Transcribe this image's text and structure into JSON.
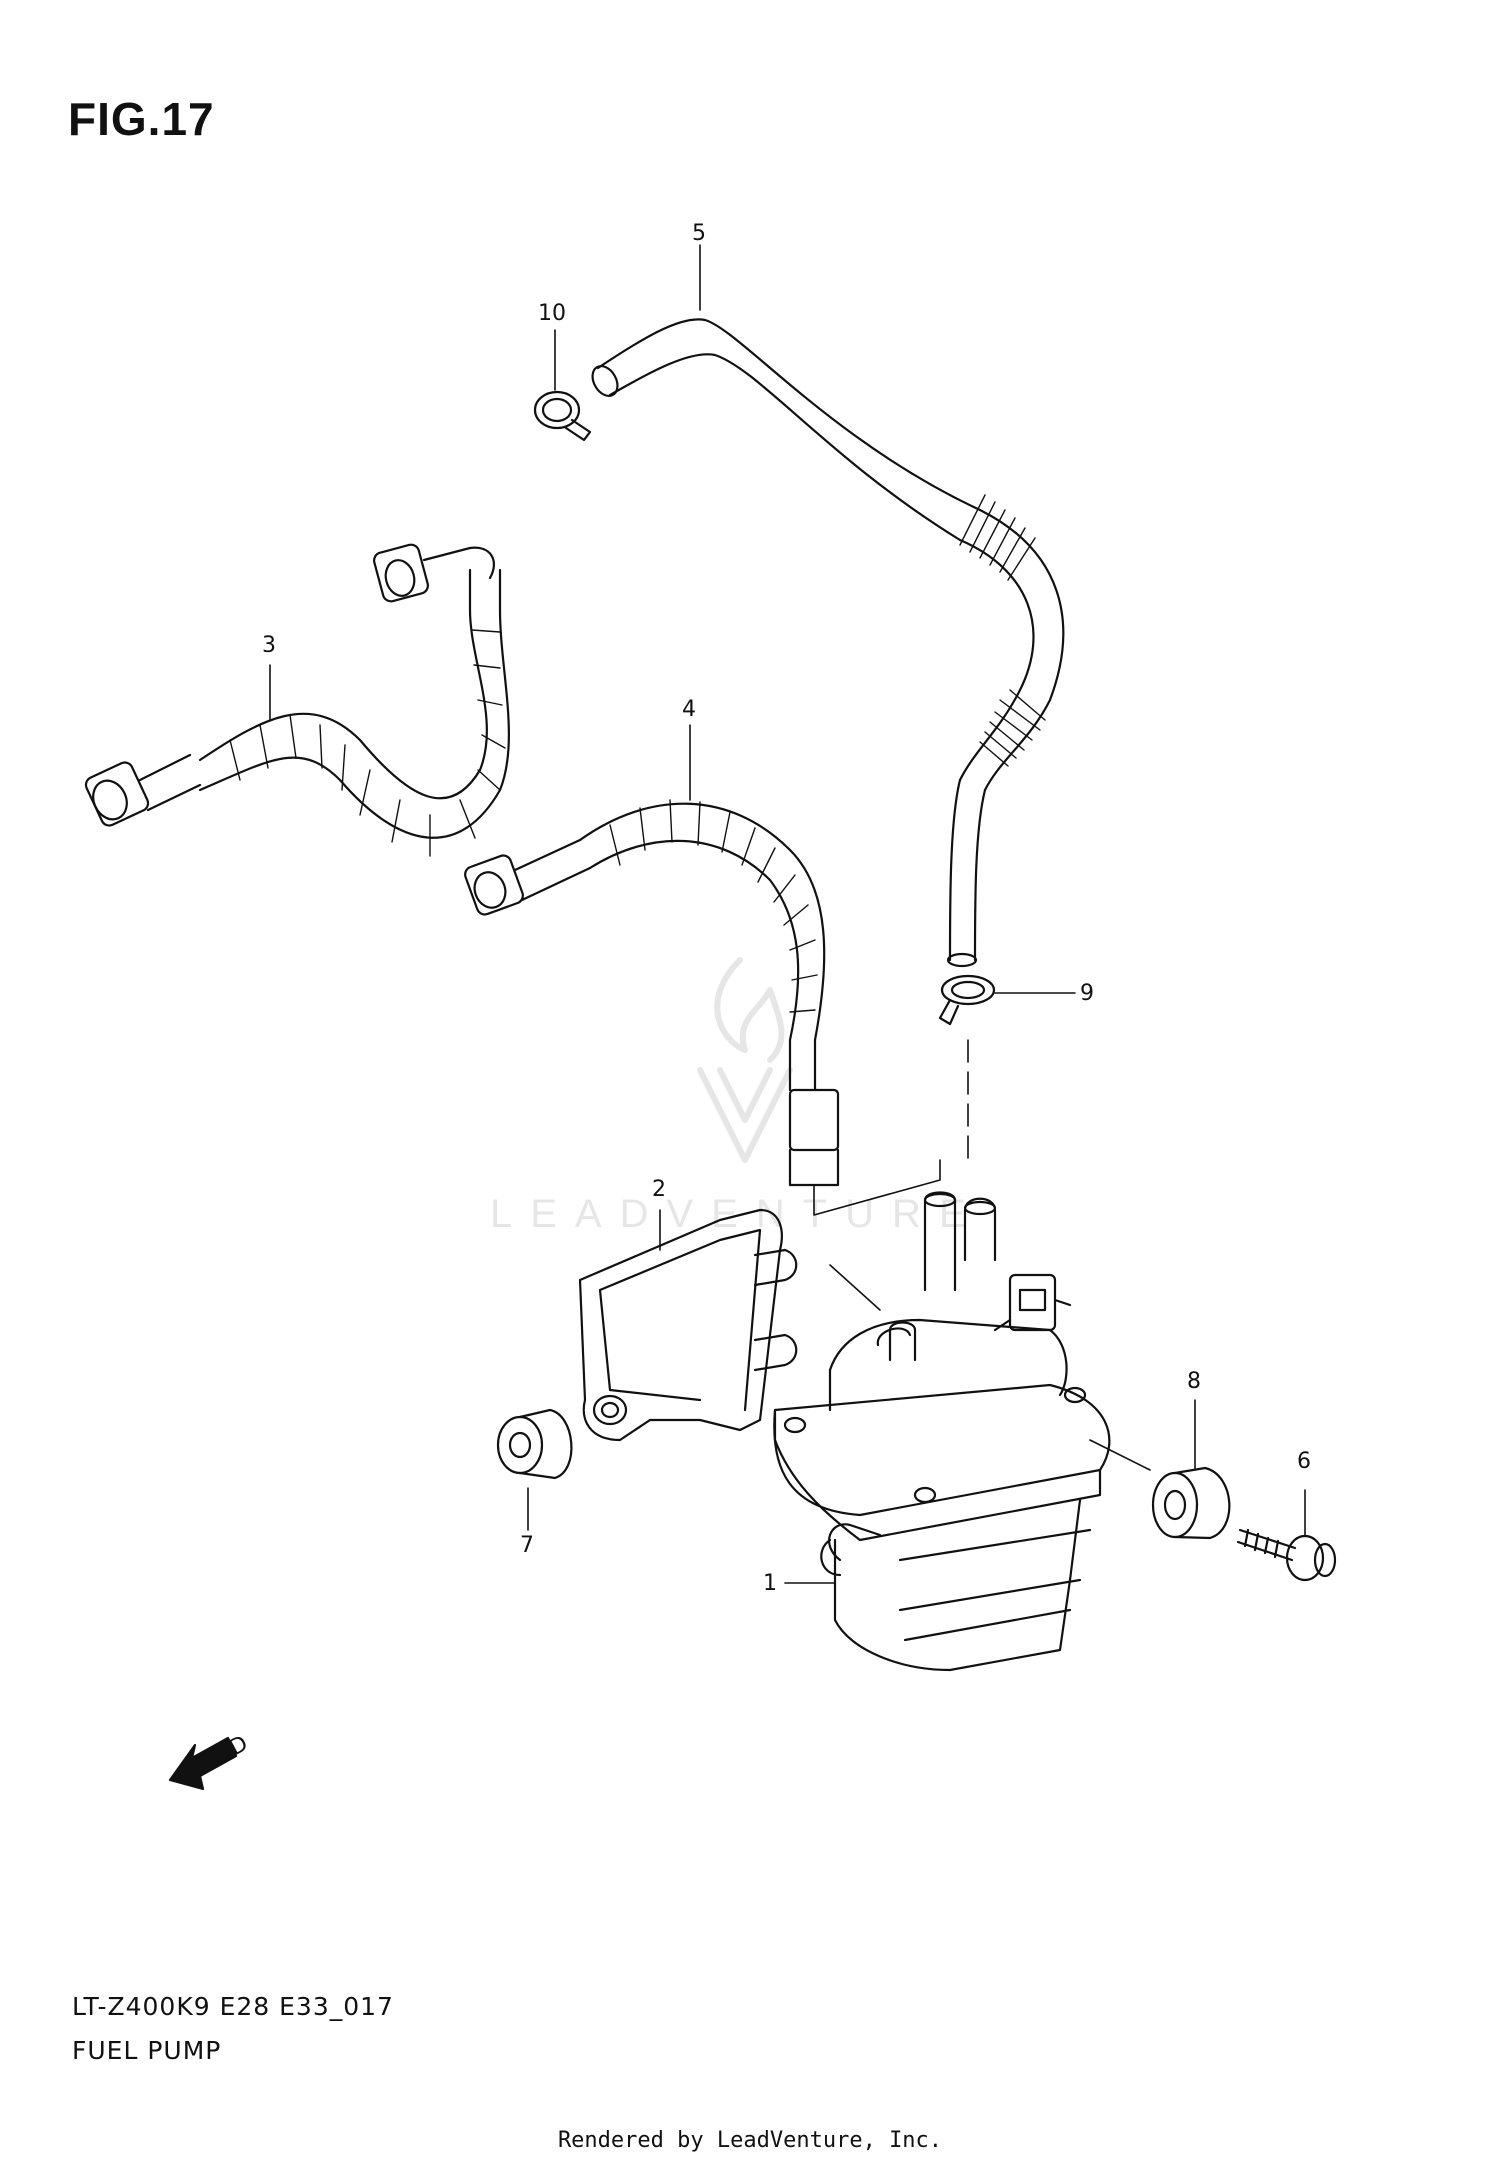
{
  "figure": {
    "title": "FIG.17"
  },
  "callouts": [
    {
      "id": "1",
      "label": "1"
    },
    {
      "id": "2",
      "label": "2"
    },
    {
      "id": "3",
      "label": "3"
    },
    {
      "id": "4",
      "label": "4"
    },
    {
      "id": "5",
      "label": "5"
    },
    {
      "id": "6",
      "label": "6"
    },
    {
      "id": "7",
      "label": "7"
    },
    {
      "id": "8",
      "label": "8"
    },
    {
      "id": "9",
      "label": "9"
    },
    {
      "id": "10",
      "label": "10"
    }
  ],
  "fwd_arrow": {
    "label": "FWD"
  },
  "watermark": {
    "text": "LEADVENTURE"
  },
  "footer": {
    "model_code": "LT-Z400K9 E28 E33_017",
    "section_name": "FUEL PUMP",
    "rendered_by": "Rendered by LeadVenture, Inc."
  },
  "colors": {
    "line": "#111111",
    "watermark": "#e6e6e6",
    "background": "#ffffff"
  }
}
